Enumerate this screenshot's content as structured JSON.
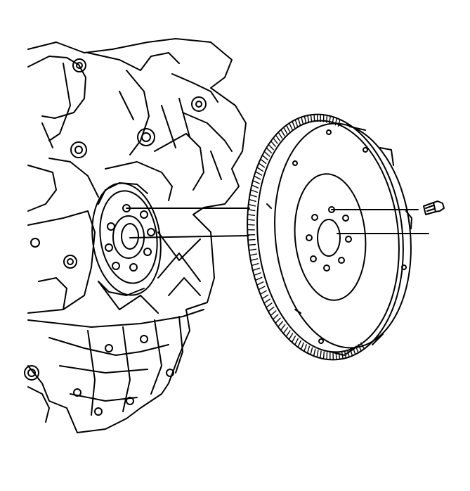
{
  "figure": {
    "background": "#ffffff",
    "ink": "#000000",
    "components": [
      "engine-block",
      "crankshaft-flange",
      "flywheel",
      "flywheel-bolt",
      "leader-lines"
    ]
  }
}
